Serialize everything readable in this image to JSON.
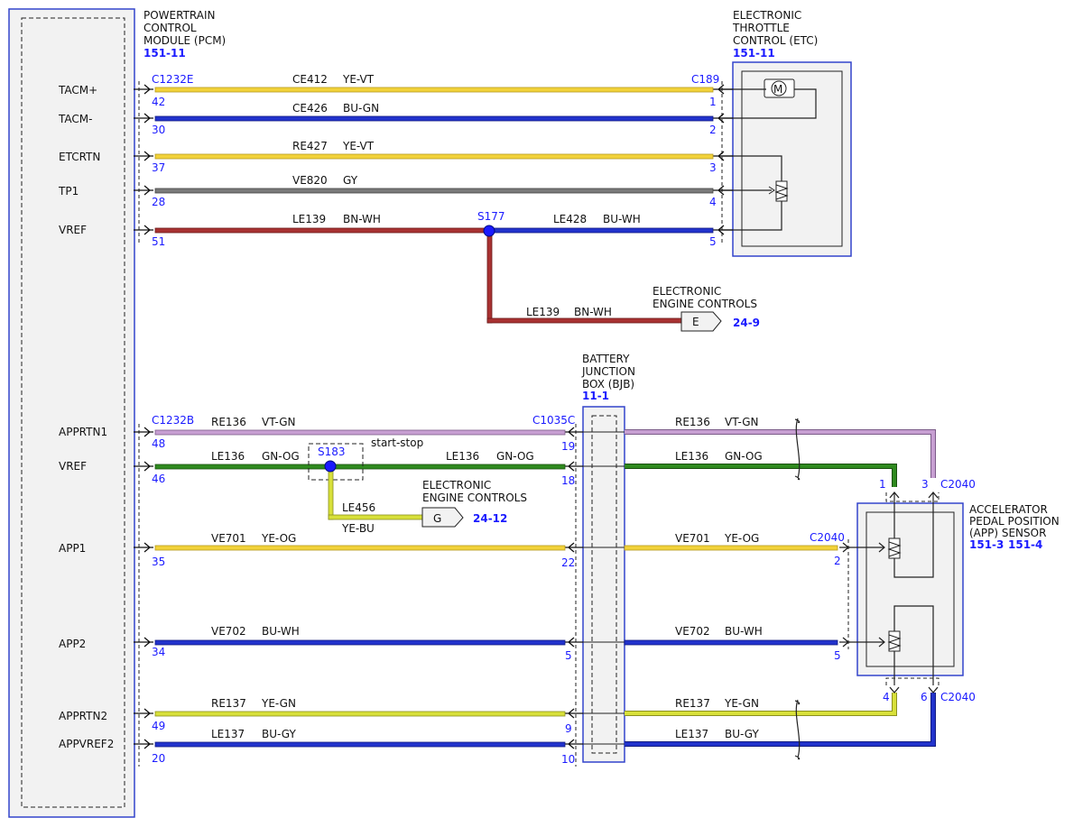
{
  "colors": {
    "box_border": "#3344cc",
    "box_fill": "#f2f2f2",
    "connector_blue": "#1a1aff",
    "wire_yellow": "#f2d23a",
    "wire_blue": "#2233cc",
    "wire_gray": "#7a7a7a",
    "wire_red": "#a83232",
    "wire_violet": "#c79fd2",
    "wire_green": "#2f8a1f",
    "wire_yellow_green": "#d8e03a"
  },
  "pcm": {
    "title_lines": [
      "POWERTRAIN",
      "CONTROL",
      "MODULE (PCM)"
    ],
    "ref": "151-11",
    "connector_top": "C1232E",
    "connector_bottom": "C1232B",
    "pins": [
      {
        "label": "TACM+",
        "pin": "42"
      },
      {
        "label": "TACM-",
        "pin": "30"
      },
      {
        "label": "ETCRTN",
        "pin": "37"
      },
      {
        "label": "TP1",
        "pin": "28"
      },
      {
        "label": "VREF",
        "pin": "51"
      },
      {
        "label": "APPRTN1",
        "pin": "48"
      },
      {
        "label": "VREF",
        "pin": "46"
      },
      {
        "label": "APP1",
        "pin": "35"
      },
      {
        "label": "APP2",
        "pin": "34"
      },
      {
        "label": "APPRTN2",
        "pin": "49"
      },
      {
        "label": "APPVREF2",
        "pin": "20"
      }
    ]
  },
  "etc": {
    "title_lines": [
      "ELECTRONIC",
      "THROTTLE",
      "CONTROL (ETC)"
    ],
    "ref": "151-11",
    "connector": "C189",
    "motor_label": "M",
    "pins": [
      "1",
      "2",
      "3",
      "4",
      "5"
    ]
  },
  "etc_wires": [
    {
      "circuit": "CE412",
      "color": "YE-VT"
    },
    {
      "circuit": "CE426",
      "color": "BU-GN"
    },
    {
      "circuit": "RE427",
      "color": "YE-VT"
    },
    {
      "circuit": "VE820",
      "color": "GY"
    },
    {
      "circuit": "LE139",
      "color": "BN-WH"
    },
    {
      "circuit": "LE428",
      "color": "BU-WH"
    }
  ],
  "splice_s177": "S177",
  "eec_e": {
    "title_lines": [
      "ELECTRONIC",
      "ENGINE CONTROLS"
    ],
    "circuit": "LE139",
    "color": "BN-WH",
    "letter": "E",
    "ref": "24-9"
  },
  "bjb": {
    "title_lines": [
      "BATTERY",
      "JUNCTION",
      "BOX (BJB)"
    ],
    "ref": "11-1",
    "connector": "C1035C",
    "pins": [
      "19",
      "18",
      "22",
      "5",
      "9",
      "10"
    ]
  },
  "splice_s183": "S183",
  "start_stop_label": "start-stop",
  "eec_g": {
    "title_lines": [
      "ELECTRONIC",
      "ENGINE CONTROLS"
    ],
    "circuit": "LE456",
    "color": "YE-BU",
    "letter": "G",
    "ref": "24-12"
  },
  "app_wires_left": [
    {
      "circuit": "RE136",
      "color": "VT-GN"
    },
    {
      "circuit": "LE136",
      "color": "GN-OG"
    },
    {
      "circuit": "VE701",
      "color": "YE-OG"
    },
    {
      "circuit": "VE702",
      "color": "BU-WH"
    },
    {
      "circuit": "RE137",
      "color": "YE-GN"
    },
    {
      "circuit": "LE137",
      "color": "BU-GY"
    }
  ],
  "app_wires_mid": [
    {
      "circuit": "LE136",
      "color": "GN-OG"
    }
  ],
  "app_wires_right": [
    {
      "circuit": "RE136",
      "color": "VT-GN"
    },
    {
      "circuit": "LE136",
      "color": "GN-OG"
    },
    {
      "circuit": "VE701",
      "color": "YE-OG"
    },
    {
      "circuit": "VE702",
      "color": "BU-WH"
    },
    {
      "circuit": "RE137",
      "color": "YE-GN"
    },
    {
      "circuit": "LE137",
      "color": "BU-GY"
    }
  ],
  "app": {
    "title_lines": [
      "ACCELERATOR",
      "PEDAL POSITION",
      "(APP) SENSOR"
    ],
    "ref_1": "151-3",
    "ref_2": "151-4",
    "connector": "C2040",
    "pins": [
      "1",
      "3",
      "2",
      "5",
      "4",
      "6"
    ]
  }
}
